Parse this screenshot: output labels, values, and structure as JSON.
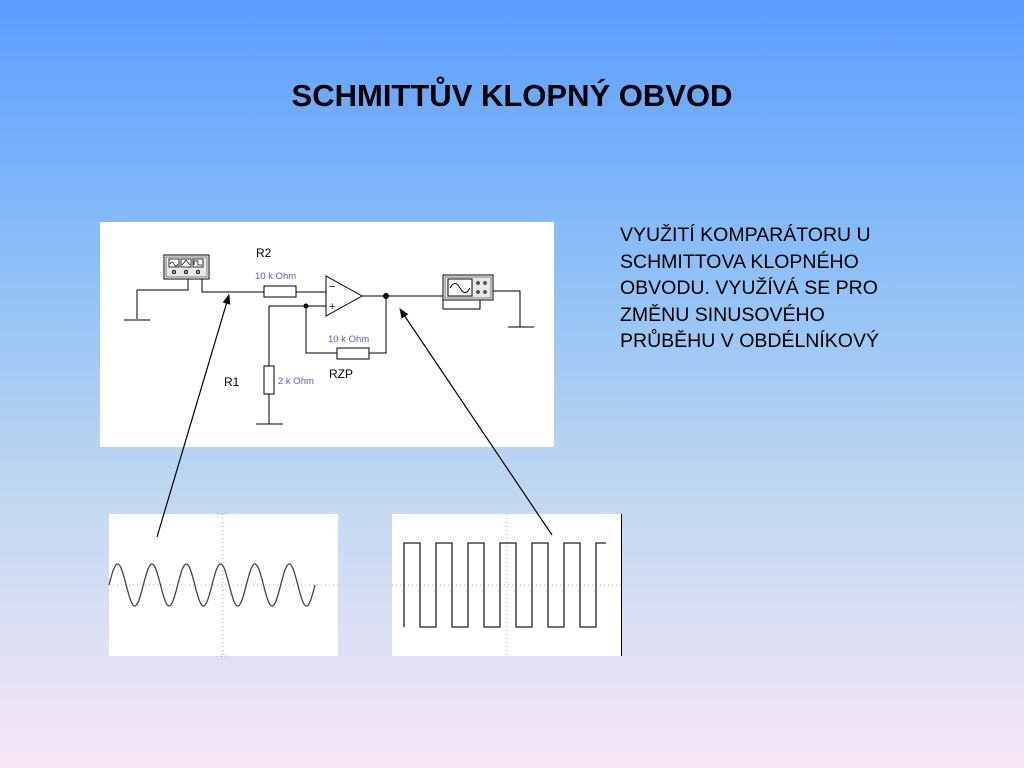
{
  "slide": {
    "title": "SCHMITTŮV KLOPNÝ OBVOD",
    "description_lines": [
      "VYUŽITÍ  KOMPARÁTORU  U",
      "SCHMITTOVA KLOPNÉHO",
      "OBVODU. VYUŽÍVÁ SE PRO",
      "ZMĚNU SINUSOVÉHO",
      "PRŮBĚHU V OBDÉLNÍKOVÝ"
    ]
  },
  "circuit": {
    "r2": {
      "name": "R2",
      "value": "10 k Ohm"
    },
    "r1": {
      "name": "R1",
      "value": "2 k Ohm"
    },
    "rzp": {
      "name": "RZP",
      "value": "10 k Ohm"
    },
    "opamp": {
      "minus": "−",
      "plus": "+"
    }
  },
  "waveforms": {
    "input": {
      "type": "sine",
      "cycles": 6
    },
    "output": {
      "type": "square",
      "cycles": 6
    }
  }
}
